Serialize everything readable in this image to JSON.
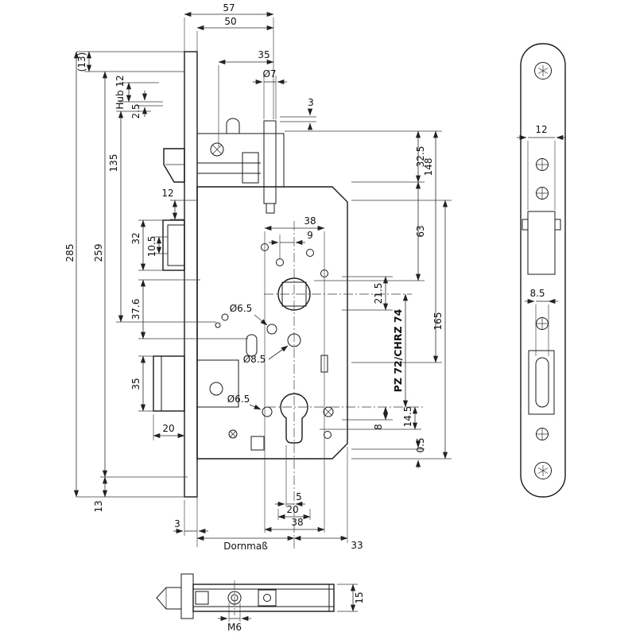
{
  "drawing": {
    "subject": "mortise-lock-dimension-drawing",
    "line_color": "#1a1a1a",
    "background": "#ffffff"
  },
  "labels": {
    "top_57": "57",
    "top_50": "50",
    "top_35": "35",
    "top_dia7": "Ø7",
    "top_3": "3",
    "left_13_top": "(13)",
    "left_hub12": "Hub 12",
    "left_2_5": "2.5",
    "left_135": "135",
    "left_12": "12",
    "left_32": "32",
    "left_10_5": "10.5",
    "left_285": "285",
    "left_259": "259",
    "left_37_6": "37.6",
    "left_35": "35",
    "left_20": "20",
    "left_13_bottom": "13",
    "bottom_3": "3",
    "bottom_dornmass": "Dornmaß",
    "bottom_33": "33",
    "mid_38_top": "38",
    "mid_9": "9",
    "mid_dia6_5_upper": "Ø6.5",
    "mid_dia8_5": "Ø8.5",
    "mid_dia6_5_lower": "Ø6.5",
    "bottom_5": "5",
    "bottom_20": "20",
    "bottom_38": "38",
    "right_32_5": "32.5",
    "right_148": "148",
    "right_63": "63",
    "right_21_5": "21.5",
    "right_165": "165",
    "right_pz": "PZ 72/CHRZ 74",
    "right_8": "8",
    "right_14_5": "14.5",
    "right_0_5": "0.5",
    "plate_12": "12",
    "plate_8_5": "8.5",
    "section_15": "15",
    "section_m6": "M6"
  }
}
